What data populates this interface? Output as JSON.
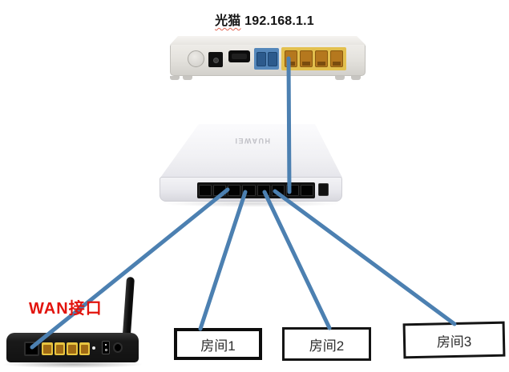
{
  "title": {
    "device": "光猫",
    "ip": "192.168.1.1"
  },
  "switch": {
    "brand": "HUAWEI",
    "visible_ports": 8
  },
  "router": {
    "wan_label": "WAN接口",
    "lan_ports": 4
  },
  "modem": {
    "phone_ports": 2,
    "lan_ports": 4
  },
  "rooms": [
    {
      "label": "房间1"
    },
    {
      "label": "房间2"
    },
    {
      "label": "房间3"
    }
  ],
  "colors": {
    "cable_blue": "#4c80b1",
    "wan_label_red": "#e2130c",
    "lan_port_yellow": "#e3c04e",
    "phone_port_blue": "#5587ba"
  },
  "connections": [
    {
      "from": "modem-lan-port-1",
      "to": "switch-uplink-port"
    },
    {
      "from": "switch-port",
      "to": "router-wan-port"
    },
    {
      "from": "switch-port",
      "to": "room-1"
    },
    {
      "from": "switch-port",
      "to": "room-2"
    },
    {
      "from": "switch-port",
      "to": "room-3"
    }
  ]
}
